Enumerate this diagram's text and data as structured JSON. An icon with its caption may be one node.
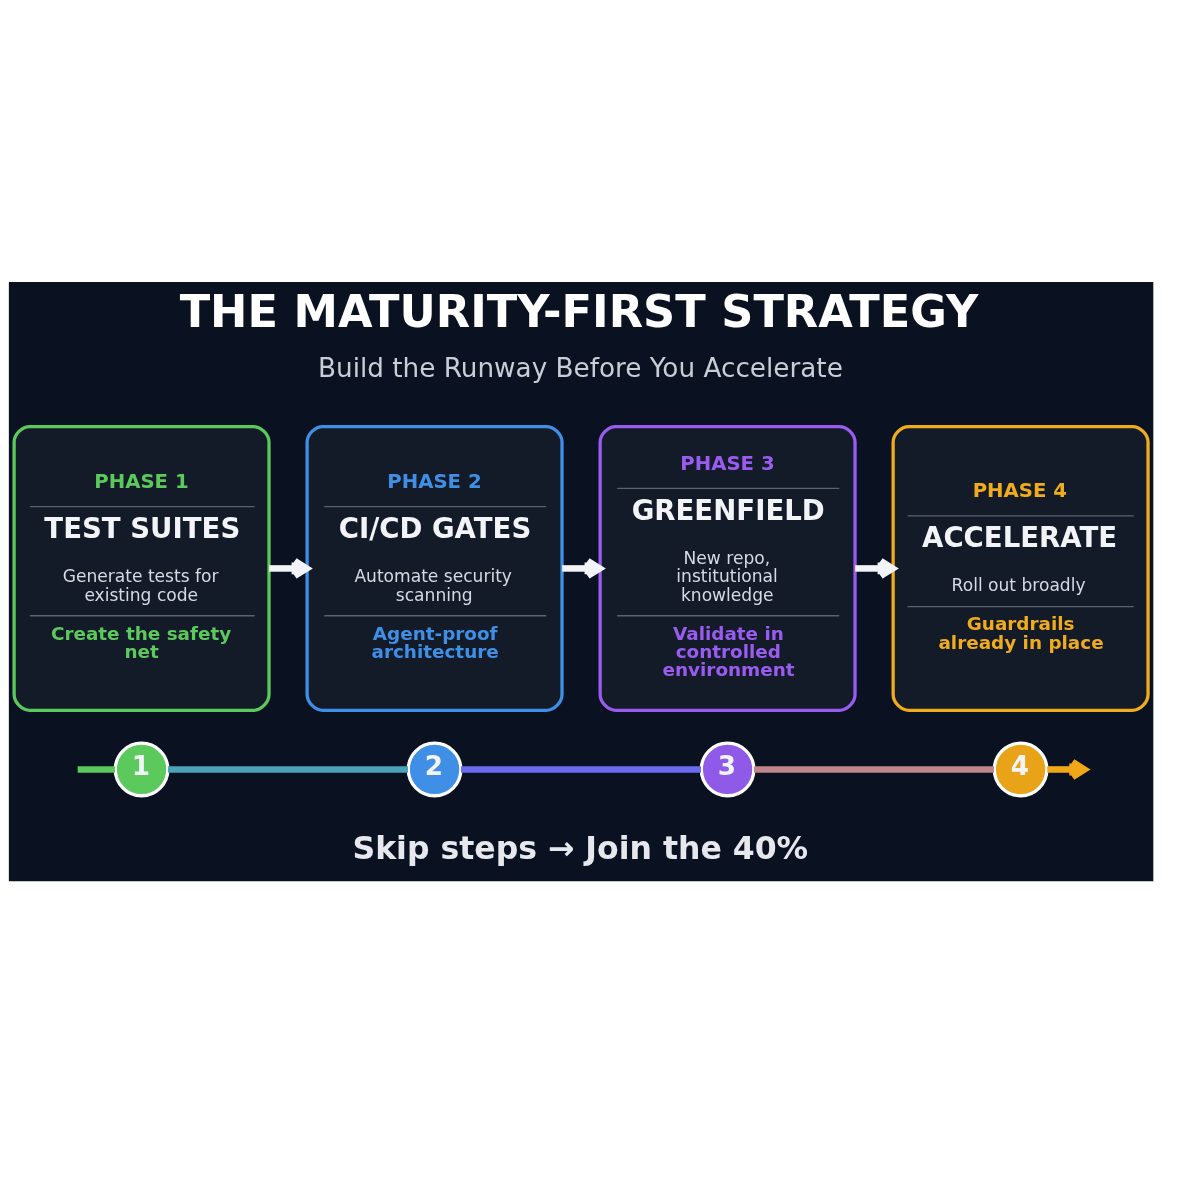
{
  "diagram": {
    "title": "THE MATURITY-FIRST STRATEGY",
    "nodes": [
      {
        "text": [
          "PHASE 1",
          "TEST SUITES",
          "Generate tests for existing code",
          "Create the safety net"
        ]
      },
      {
        "text": [
          "PHASE 2",
          "CI/CD GATES",
          "Automate security scanning",
          "Agent-proof architecture"
        ]
      },
      {
        "text": [
          "PHASE 3",
          "GREENFIELD",
          "New repo, institutional knowledge",
          "Validate in controlled environment"
        ]
      },
      {
        "text": [
          "PHASE 4",
          "ACCELERATE",
          "Roll out broadly",
          "Guardrails already in place"
        ]
      },
      {
        "text": [
          "1"
        ]
      },
      {
        "text": [
          "2"
        ]
      },
      {
        "text": [
          "3"
        ]
      },
      {
        "text": [
          "4"
        ]
      }
    ],
    "edges": [
      {
        "from": 0,
        "to": 1,
        "arrow": "to"
      },
      {
        "from": 1,
        "to": 2,
        "arrow": "to"
      },
      {
        "from": 2,
        "to": 3,
        "arrow": "to"
      },
      {
        "from": null,
        "to": 4,
        "arrow": "none",
        "color": "#5cc95c"
      },
      {
        "from": 4,
        "to": 5,
        "arrow": "none",
        "color": "#4aa3b8"
      },
      {
        "from": 5,
        "to": 6,
        "arrow": "none",
        "color": "#6a6cf0"
      },
      {
        "from": 6,
        "to": 7,
        "arrow": "none",
        "color": "#c0868a"
      },
      {
        "from": 7,
        "to": null,
        "arrow": "to",
        "color": "#f0a818"
      }
    ],
    "labels": [
      "Build the Runway Before You Accelerate",
      "Skip steps → Join the 40%"
    ]
  }
}
